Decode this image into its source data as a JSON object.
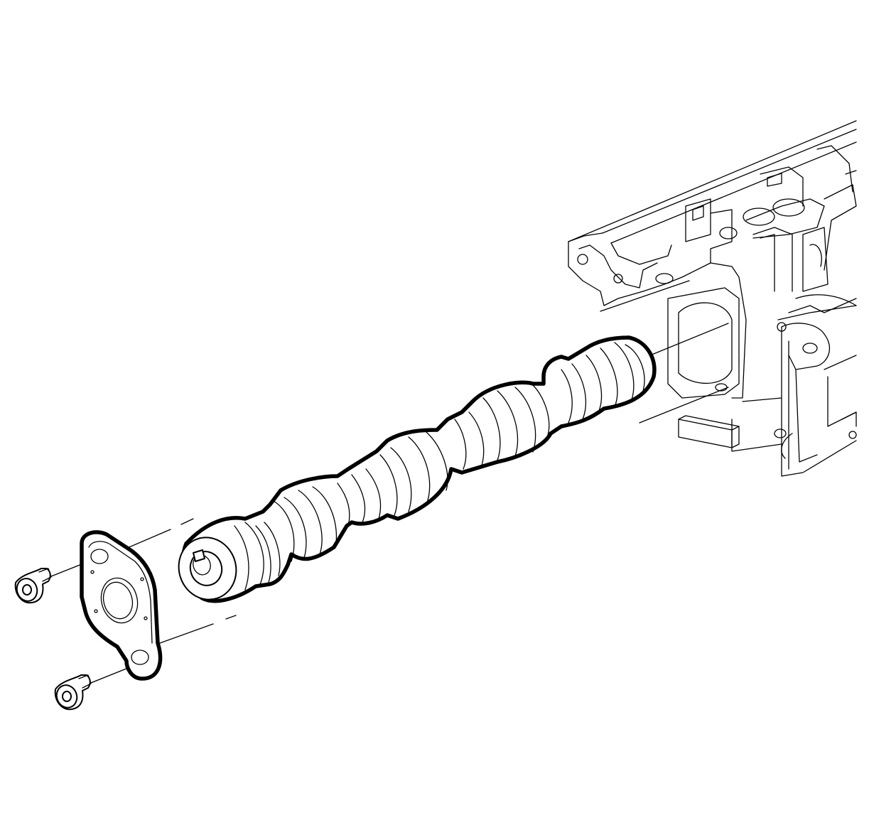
{
  "diagram": {
    "parts": [
      {
        "id": "cylinder-block",
        "icon": "engine-block-icon"
      },
      {
        "id": "camshaft",
        "icon": "camshaft-icon"
      },
      {
        "id": "retainer-plate",
        "icon": "retainer-plate-icon"
      },
      {
        "id": "retainer-bolt-upper",
        "icon": "bolt-icon"
      },
      {
        "id": "retainer-bolt-lower",
        "icon": "bolt-icon"
      }
    ],
    "colors": {
      "line": "#000000",
      "background": "#ffffff"
    }
  }
}
